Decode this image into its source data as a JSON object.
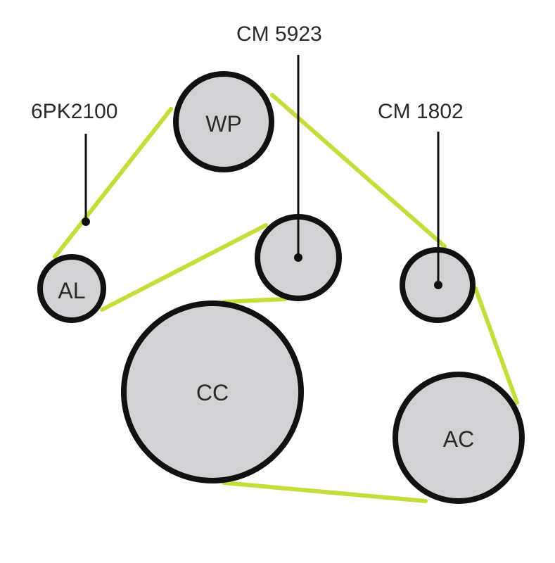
{
  "belt_label": "6PK2100",
  "tensioner_label": "CM 5923",
  "idler_label": "CM 1802",
  "pulleys": {
    "wp": "WP",
    "al": "AL",
    "cc": "CC",
    "ac": "AC"
  },
  "colors": {
    "belt": "#c6dc3a",
    "pulley_fill": "#d2d2d4",
    "outline": "#111111"
  }
}
